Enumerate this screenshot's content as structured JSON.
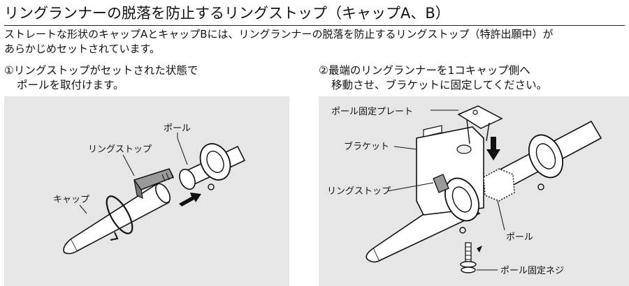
{
  "title": "リングランナーの脱落を防止するリングストップ（キャップA、B）",
  "description": {
    "line1": "ストレートな形状のキャップAとキャップBには、リングランナーの脱落を防止するリングストップ（特許出願中）が",
    "line2": "あらかじめセットされています。"
  },
  "steps": [
    {
      "line1": "①リングストップがセットされた状態で",
      "line2": "ポールを取付けます。"
    },
    {
      "line1": "②最端のリングランナーを1コキャップ側へ",
      "line2": "移動させ、ブラケットに固定してください。"
    }
  ],
  "figure1": {
    "label_pole": "ポール",
    "label_ringstop": "リングストップ",
    "label_cap": "キャップ"
  },
  "figure2": {
    "label_plate": "ポール固定プレート",
    "label_bracket": "ブラケット",
    "label_ringstop": "リングストップ",
    "label_pole": "ポール",
    "label_screw": "ポール固定ネジ"
  }
}
